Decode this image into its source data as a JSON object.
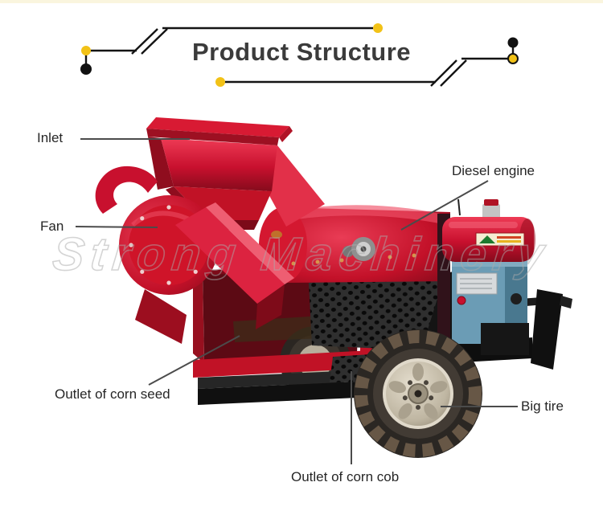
{
  "page": {
    "background": "#ffffff",
    "top_band": "#faf5de"
  },
  "header": {
    "title": "Product Structure",
    "title_color": "#3b3b3b",
    "accent_yellow": "#f2c217",
    "line_color": "#141414"
  },
  "watermark": {
    "text": "Strong Machinery"
  },
  "part_labels": {
    "inlet": "Inlet",
    "fan": "Fan",
    "diesel_engine": "Diesel engine",
    "outlet_of_corn_seed": "Outlet of corn seed",
    "big_tire": "Big tire",
    "outlet_of_corn_cob": "Outlet of corn cob"
  },
  "machine_colors": {
    "body_red": "#c8102e",
    "dark_red": "#8f0c1f",
    "engine_blue": "#6b9cb5",
    "chassis_black": "#1a1a1a",
    "tire_rim_beige": "#c4bba9",
    "tire_tread_brown": "#675746",
    "leader_line_gray": "#4b4b4b"
  }
}
